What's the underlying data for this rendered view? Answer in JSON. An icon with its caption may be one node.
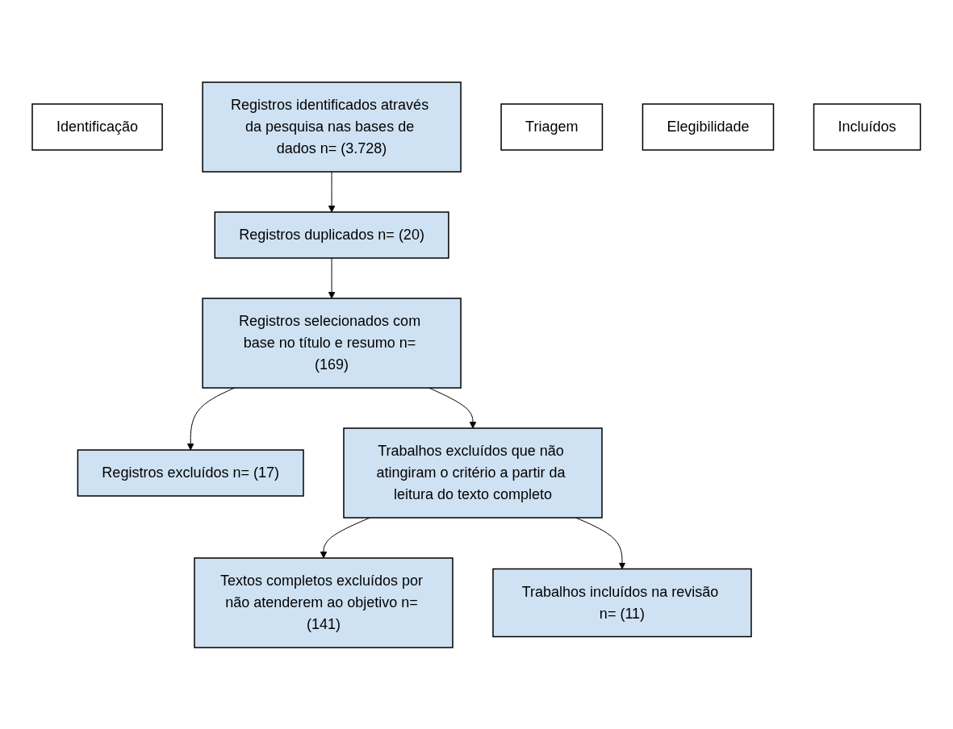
{
  "diagram": {
    "nodes": [
      {
        "text": [
          "Identificação"
        ]
      },
      {
        "text": [
          "Registros identificados através da pesquisa nas bases de dados n= (3.728)"
        ]
      },
      {
        "text": [
          "Registros duplicados n= (20)"
        ]
      },
      {
        "text": [
          "Triagem"
        ]
      },
      {
        "text": [
          "Registros selecionados com base no título e resumo n= (169)"
        ]
      },
      {
        "text": [
          "Registros excluídos n= (17)"
        ]
      },
      {
        "text": [
          "Elegibilidade"
        ]
      },
      {
        "text": [
          "Trabalhos excluídos que não atingiram o critério a partir da leitura do texto completo"
        ]
      },
      {
        "text": [
          "Textos completos excluídos por não atenderem ao objetivo n= (141)"
        ]
      },
      {
        "text": [
          "Incluídos"
        ]
      },
      {
        "text": [
          "Trabalhos incluídos na revisão n= (11)"
        ]
      }
    ],
    "edges": [
      {
        "from": 1,
        "to": 2,
        "arrow": "to"
      },
      {
        "from": 2,
        "to": 4,
        "arrow": "to"
      },
      {
        "from": 4,
        "to": 5,
        "arrow": "to"
      },
      {
        "from": 4,
        "to": 7,
        "arrow": "to"
      },
      {
        "from": 7,
        "to": 8,
        "arrow": "to"
      },
      {
        "from": 7,
        "to": 10,
        "arrow": "to"
      }
    ]
  }
}
